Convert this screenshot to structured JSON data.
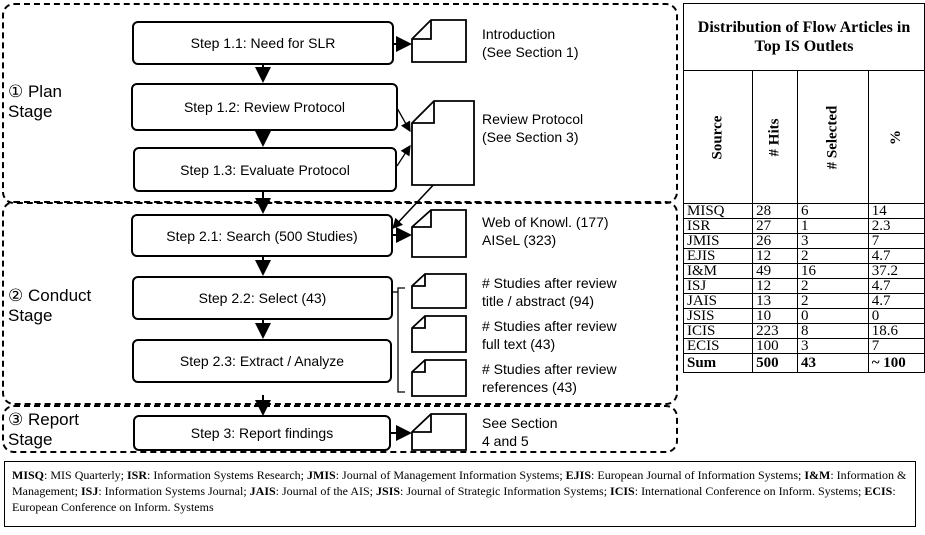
{
  "stages": [
    {
      "label": "① Plan\nStage"
    },
    {
      "label": "② Conduct\nStage"
    },
    {
      "label": "③ Report\nStage"
    }
  ],
  "steps": [
    "Step 1.1: Need for SLR",
    "Step 1.2: Review Protocol",
    "Step 1.3: Evaluate Protocol",
    "Step 2.1: Search (500 Studies)",
    "Step 2.2: Select (43)",
    "Step 2.3: Extract / Analyze",
    "Step 3: Report findings"
  ],
  "docs": [
    "Introduction\n(See Section 1)",
    "Review Protocol\n(See Section 3)",
    "Web of Knowl. (177)\nAISeL (323)",
    "# Studies after review\ntitle / abstract (94)",
    "# Studies after review\nfull text (43)",
    "# Studies after review\nreferences (43)",
    "See Section\n4 and 5"
  ],
  "table": {
    "title": "Distribution of Flow Articles in Top IS Outlets",
    "headers": [
      "Source",
      "# Hits",
      "# Selected",
      "%"
    ],
    "rows": [
      [
        "MISQ",
        "28",
        "6",
        "14"
      ],
      [
        "ISR",
        "27",
        "1",
        "2.3"
      ],
      [
        "JMIS",
        "26",
        "3",
        "7"
      ],
      [
        "EJIS",
        "12",
        "2",
        "4.7"
      ],
      [
        "I&M",
        "49",
        "16",
        "37.2"
      ],
      [
        "ISJ",
        "12",
        "2",
        "4.7"
      ],
      [
        "JAIS",
        "13",
        "2",
        "4.7"
      ],
      [
        "JSIS",
        "10",
        "0",
        "0"
      ],
      [
        "ICIS",
        "223",
        "8",
        "18.6"
      ],
      [
        "ECIS",
        "100",
        "3",
        "7"
      ]
    ],
    "sum": [
      "Sum",
      "500",
      "43",
      "~ 100"
    ]
  },
  "legend": [
    {
      "abbr": "MISQ",
      "full": "MIS Quarterly; "
    },
    {
      "abbr": "ISR",
      "full": "Information Systems Research; "
    },
    {
      "abbr": "JMIS",
      "full": "Journal of Management Information Systems; "
    },
    {
      "abbr": "EJIS",
      "full": "European Journal of Information Systems; "
    },
    {
      "abbr": "I&M",
      "full": "Information & Management; "
    },
    {
      "abbr": "ISJ",
      "full": "Information Systems Journal; "
    },
    {
      "abbr": "JAIS",
      "full": "Journal of the AIS; "
    },
    {
      "abbr": "JSIS",
      "full": "Journal of Strategic Information Systems; "
    },
    {
      "abbr": "ICIS",
      "full": "International Conference on Inform. Systems; "
    },
    {
      "abbr": "ECIS",
      "full": "European Conference on Inform. Systems"
    }
  ]
}
